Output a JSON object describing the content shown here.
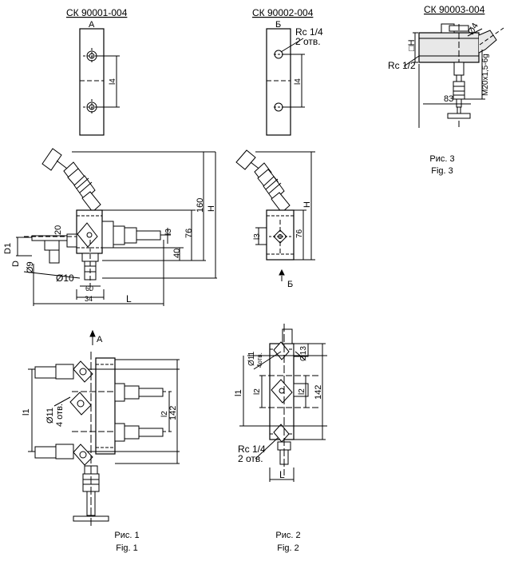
{
  "titles": {
    "fig1": "СК 90001-004",
    "fig2": "СК 90002-004",
    "fig3": "СК 90003-004"
  },
  "captions": {
    "fig1_ru": "Рис. 1",
    "fig1_en": "Fig.  1",
    "fig2_ru": "Рис. 2",
    "fig2_en": "Fig.  2",
    "fig3_ru": "Рис. 3",
    "fig3_en": "Fig.  3"
  },
  "labels": {
    "view_a": "А",
    "view_b": "Б",
    "view_b_arrow": "Б",
    "view_a_arrow": "А",
    "l4": "l4",
    "rc14": "Rc 1/4",
    "two_holes": "2 отв.",
    "rc12": "Rc 1/2",
    "sq_h": "□H",
    "d4": "Ø4",
    "m20": "M20x1,5-6g",
    "n83": "83",
    "n160": "160",
    "H": "H",
    "n20": "20",
    "l3": "l3",
    "n76": "76",
    "n40": "40",
    "D1": "D1",
    "D": "D",
    "d9": "Ø9",
    "d10": "Ø10",
    "n60": "60",
    "n34": "34",
    "L": "L",
    "l1": "l1",
    "d11": "Ø11",
    "four_holes": "4 отв.",
    "l2": "l2",
    "n142": "142",
    "d13": "Ø13",
    "four_holes_short": "4отв."
  }
}
